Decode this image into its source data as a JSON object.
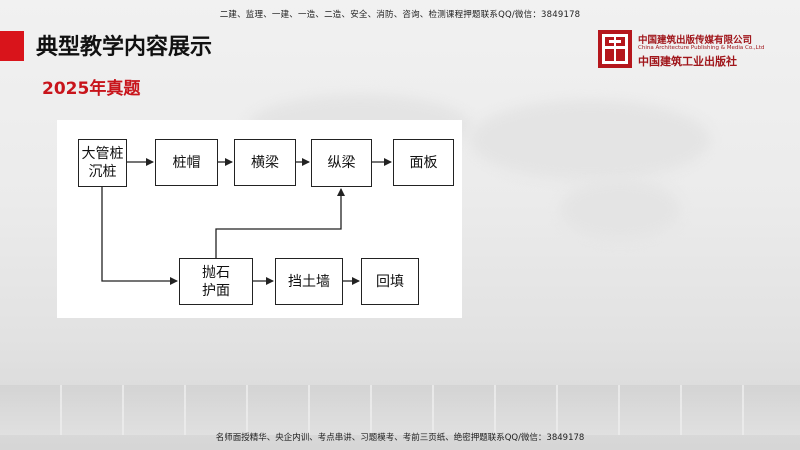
{
  "header": {
    "top_banner": "二建、监理、一建、一造、二造、安全、消防、咨询、检测课程押题联系QQ/微信：3849178",
    "page_title": "典型教学内容展示",
    "subtitle": "2025年真题"
  },
  "publisher": {
    "name_cn": "中国建筑出版传媒有限公司",
    "name_en": "China Architecture Publishing & Media Co.,Ltd",
    "name_cn_calligraphy": "中国建筑工业出版社"
  },
  "diagram": {
    "nodes": {
      "pile": "大管桩\n沉桩",
      "cap": "桩帽",
      "crossbeam": "横梁",
      "longbeam": "纵梁",
      "deck": "面板",
      "riprap": "抛石\n护面",
      "retainwall": "挡土墙",
      "backfill": "回填"
    },
    "edge_color": "#222222"
  },
  "footer": {
    "bottom_banner": "名师面授精华、央企内训、考点串讲、习题模考、考前三页纸、绝密押题联系QQ/微信：3849178"
  }
}
